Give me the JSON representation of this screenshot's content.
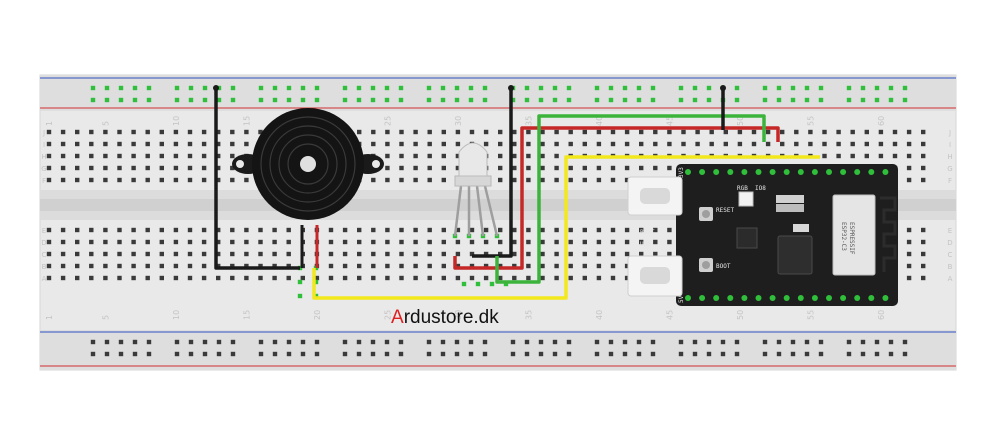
{
  "breadboard": {
    "column_numbers": [
      "1",
      "5",
      "10",
      "15",
      "20",
      "25",
      "30",
      "35",
      "40",
      "45",
      "50",
      "55",
      "60"
    ],
    "row_letters_top": [
      "J",
      "I",
      "H",
      "G",
      "F"
    ],
    "row_letters_bottom": [
      "E",
      "D",
      "C",
      "B",
      "A"
    ]
  },
  "board": {
    "label_boot": "BOOT",
    "label_usb": "USB",
    "label_reset": "RESET",
    "label_boot_btn": "BOOT",
    "label_rgb": "RGB",
    "label_io8": "IO8",
    "label_module": "ESPRESSIF",
    "label_module2": "ESP32-C3",
    "label_3v3": "3V3",
    "label_5v": "5V"
  },
  "watermark": {
    "first_letter": "A",
    "rest": "rdustore.dk"
  },
  "colors": {
    "wire_black": "#1a1a1a",
    "wire_red": "#c62828",
    "wire_green": "#3cb43c",
    "wire_yellow": "#f2e81c",
    "board_bg": "#1e1e1e",
    "rail_red": "#d03030",
    "rail_blue": "#3050c0",
    "brand_red": "#e02020"
  }
}
